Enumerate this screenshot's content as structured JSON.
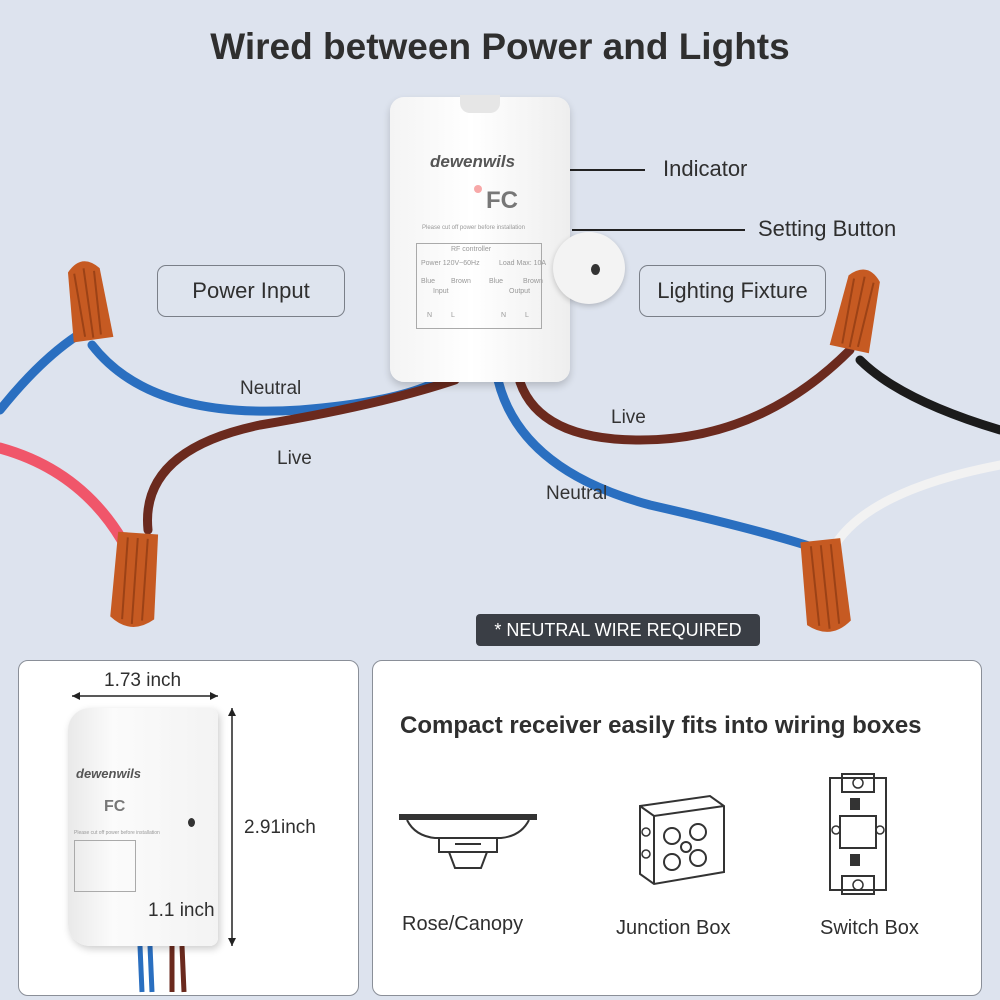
{
  "title": "Wired between Power and Lights",
  "device": {
    "brand": "dewenwils",
    "cert": "FC",
    "warning": "Please cut off power before installation",
    "panel_title": "RF controller",
    "power_spec": "Power 120V~60Hz",
    "load_spec": "Load Max: 10A",
    "input_label": "Input",
    "output_label": "Output",
    "terminals": [
      "Blue",
      "Brown",
      "Blue",
      "Brown"
    ],
    "terminal_letters": [
      "N",
      "L",
      "N",
      "L"
    ]
  },
  "callouts": {
    "indicator": "Indicator",
    "setting_button": "Setting Button",
    "power_input": "Power Input",
    "lighting_fixture": "Lighting Fixture"
  },
  "wire_labels": {
    "neutral_left": "Neutral",
    "live_left": "Live",
    "live_right": "Live",
    "neutral_right": "Neutral"
  },
  "note": "* NEUTRAL WIRE REQUIRED",
  "dimensions": {
    "width": "1.73 inch",
    "height": "2.91inch",
    "depth": "1.1 inch"
  },
  "fit": {
    "title": "Compact receiver easily fits into wiring boxes",
    "boxes": [
      "Rose/Canopy",
      "Junction Box",
      "Switch Box"
    ]
  },
  "colors": {
    "neutral_wire": "#2a6fc0",
    "live_wire": "#6b2a1e",
    "red_wire": "#f0566a",
    "black_wire": "#1b1b1b",
    "white_wire": "#f2f2f2",
    "connector": "#c65a22",
    "note_bg": "#3a3e45"
  }
}
